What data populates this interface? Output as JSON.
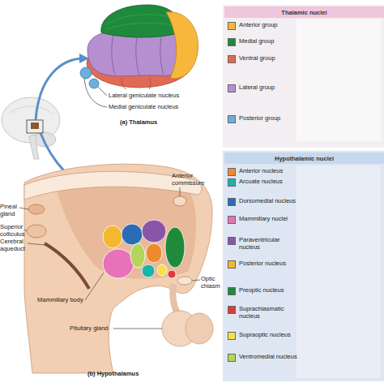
{
  "diagram": {
    "nodes": [
      {
        "text": [
          "Thalamic nuclei"
        ]
      },
      {
        "text": [
          "Hypothalamic nuclei"
        ]
      }
    ],
    "labels": [
      "Lateral geniculate nucleus",
      "Medial geniculate nucleus",
      "(a) Thalamus",
      "Anterior commissure",
      "Pineal gland",
      "Superior colliculus",
      "Cerebral aqueduct",
      "Optic chiasm",
      "Mammillary body",
      "Pituitary gland",
      "(b) Hypothalamus"
    ],
    "legend": [
      {
        "text": "Anterior group",
        "color": "#f6b73c"
      },
      {
        "text": "Medial group",
        "color": "#1f8a3c"
      },
      {
        "text": "Ventral group",
        "color": "#e06a55"
      },
      {
        "text": "Lateral group",
        "color": "#b68fd0"
      },
      {
        "text": "Posterior group",
        "color": "#6ab0de"
      },
      {
        "text": "Anterior nucleus",
        "color": "#f08a2e"
      },
      {
        "text": "Arcuate nucleus",
        "color": "#1bb5a8"
      },
      {
        "text": "Dorsomedial nucleus",
        "color": "#2a6db5"
      },
      {
        "text": "Mammillary nuclei",
        "color": "#e872b8"
      },
      {
        "text": "Paraventricular nucleus",
        "color": "#8a55a8"
      },
      {
        "text": "Posterior nucleus",
        "color": "#f4b731"
      },
      {
        "text": "Preoptic nucleus",
        "color": "#1f8a3c"
      },
      {
        "text": "Suprachiasmatic nucleus",
        "color": "#e03a3a"
      },
      {
        "text": "Supraoptic nucleus",
        "color": "#f7e04a"
      },
      {
        "text": "Ventromedial nucleus",
        "color": "#b5d55a"
      }
    ]
  }
}
